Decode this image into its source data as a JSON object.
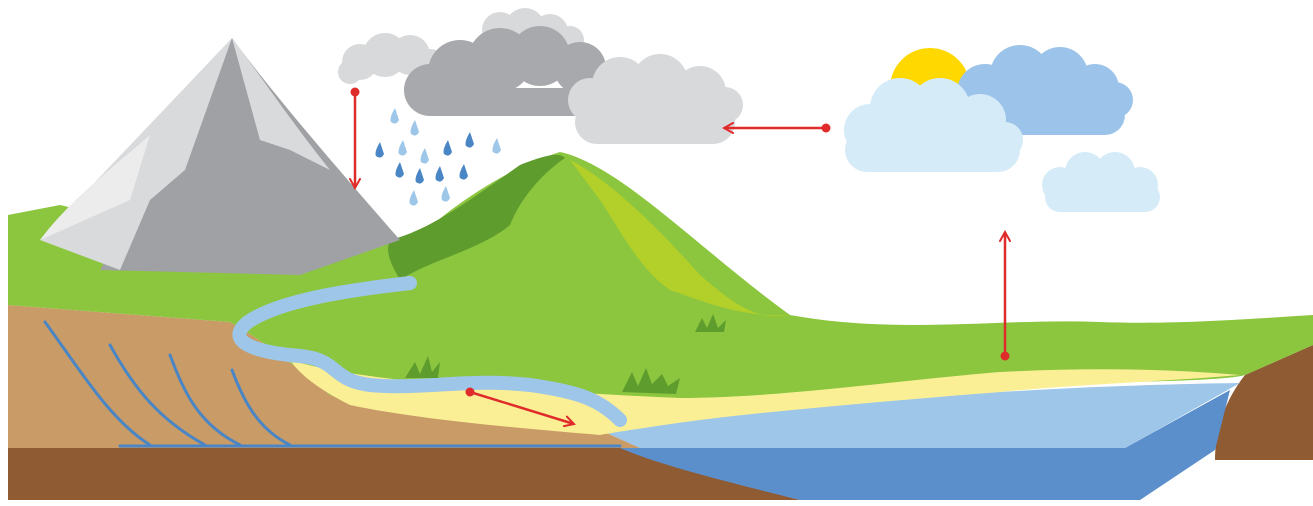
{
  "diagram": {
    "colors": {
      "background": "#ffffff",
      "arrow": "#e02b2b",
      "rain_light": "#9dc6e8",
      "rain_dark": "#4a86c5",
      "cloud_dark": "#a7a9ac",
      "cloud_light": "#d8d9da",
      "cloud_blue": "#9cc4ea",
      "cloud_pale": "#d6ebf8",
      "sun": "#ffd800",
      "grass": "#8cc63f",
      "grass_dark": "#5e9c2e",
      "hill_light": "#b2cf2a",
      "mountain_light": "#d9dadc",
      "mountain_dark": "#9fa1a4",
      "river": "#9dc6e8",
      "sand": "#fbef96",
      "soil": "#c99b66",
      "bedrock": "#8f5b32",
      "sea": "#5a8fcc",
      "sea_surface": "#9dc6e8",
      "groundwater": "#4a86c5"
    },
    "arrows": [
      {
        "name": "precipitation-arrow",
        "direction": "down"
      },
      {
        "name": "condensation-arrow",
        "direction": "left"
      },
      {
        "name": "evaporation-arrow",
        "direction": "up"
      },
      {
        "name": "runoff-arrow",
        "direction": "down-right"
      }
    ],
    "icons": [
      "mountain-icon",
      "rain-cloud-icon",
      "sun-icon",
      "cloud-icon",
      "grass-tuft-icon"
    ]
  }
}
